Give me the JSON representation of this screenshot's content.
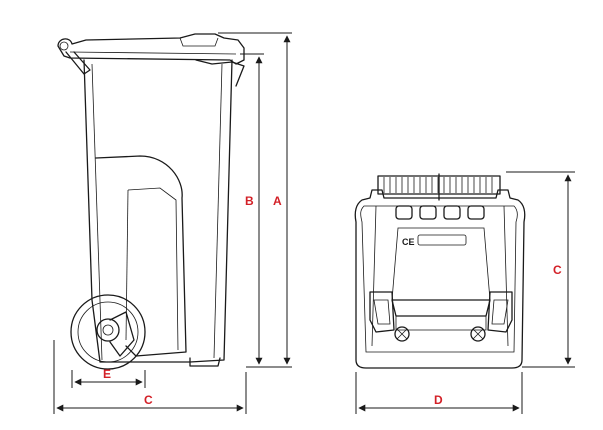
{
  "dimension_labels": {
    "height_total": "A",
    "height_body": "B",
    "depth_side": "C",
    "height_front": "C",
    "width_front": "D",
    "wheel": "E"
  },
  "colors": {
    "label": "#d32027",
    "line": "#1a1a1a"
  }
}
